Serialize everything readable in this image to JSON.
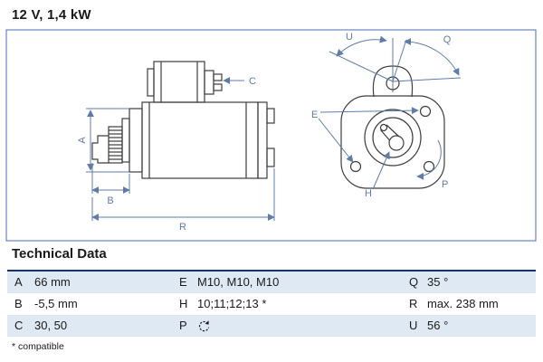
{
  "header": {
    "spec": "12 V, 1,4 kW"
  },
  "drawing": {
    "labels": {
      "a": "A",
      "b": "B",
      "c": "C",
      "r": "R",
      "e": "E",
      "h": "H",
      "p": "P",
      "q": "Q",
      "u": "U"
    },
    "frame_color": "#4a6fb5",
    "dimension_color": "#5f7ca8"
  },
  "technical_data": {
    "title": "Technical Data",
    "rows": [
      [
        {
          "label": "A",
          "value": "66 mm"
        },
        {
          "label": "E",
          "value": "M10, M10, M10"
        },
        {
          "label": "Q",
          "value": "35 °"
        }
      ],
      [
        {
          "label": "B",
          "value": "-5,5 mm"
        },
        {
          "label": "H",
          "value": "10;11;12;13 *"
        },
        {
          "label": "R",
          "value": "max. 238 mm"
        }
      ],
      [
        {
          "label": "C",
          "value": "30, 50"
        },
        {
          "label": "P",
          "value": "",
          "icon": "rotation-clockwise-icon"
        },
        {
          "label": "U",
          "value": "56 °"
        }
      ]
    ],
    "row_highlight_color": "#dfe9f4",
    "footnote": "* compatible"
  }
}
